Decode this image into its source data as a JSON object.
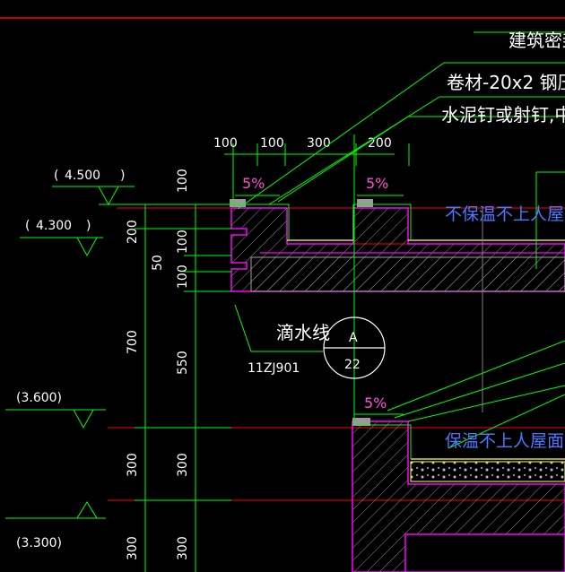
{
  "annotations": {
    "title_line": "建筑密封",
    "material_line": "卷材-20x2    钢压",
    "nail_line": "水泥钉或射钉,中",
    "drip_line": "滴水线",
    "ref_code": "11ZJ901",
    "detail_letter": "A",
    "detail_number": "22",
    "roof_top": "不保温不上人屋面",
    "roof_bottom": "保温不上人屋面"
  },
  "slopes": {
    "s1": "5%",
    "s2": "5%",
    "s3": "5%"
  },
  "elevations": {
    "e1": "4.500",
    "e2": "4.300",
    "e3": "(3.600)",
    "e4": "(3.300)"
  },
  "dimensions": {
    "top": [
      "100",
      "100",
      "300",
      "200"
    ],
    "left_outer": [
      "200",
      "50",
      "700",
      "300",
      "300"
    ],
    "left_inner": [
      "100",
      "100",
      "100",
      "550",
      "300",
      "300"
    ]
  },
  "colors": {
    "background": "#000000",
    "green": "#00ff00",
    "magenta": "#ff00ff",
    "red": "#ff0000",
    "blue_text": "#4a78ff",
    "pink_text": "#ff4fd8"
  }
}
